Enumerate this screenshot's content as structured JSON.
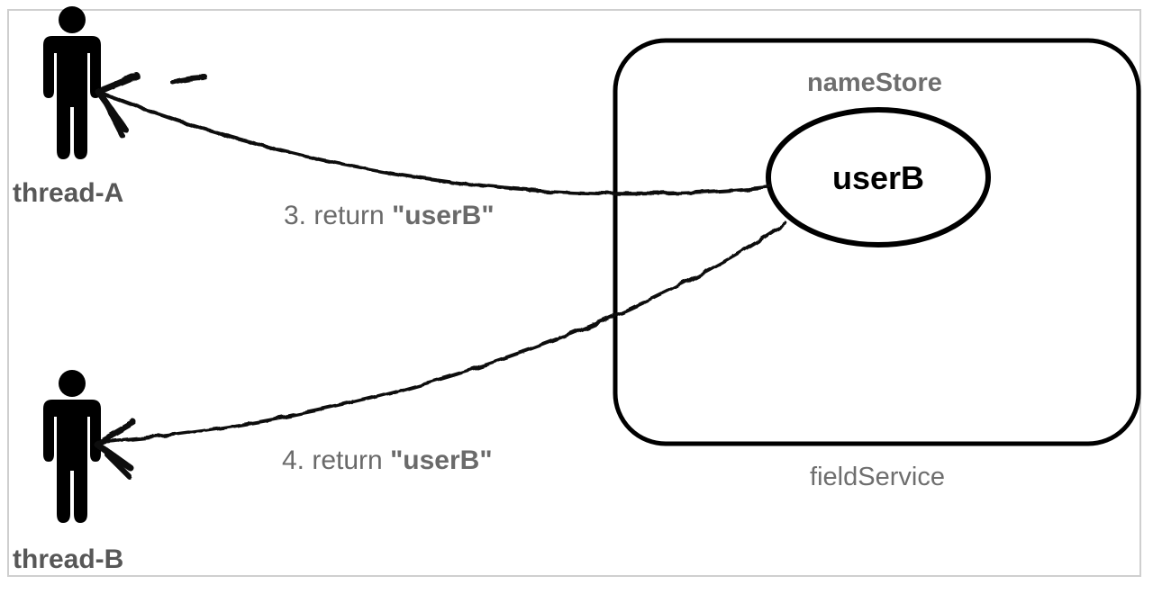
{
  "diagram": {
    "background": "#ffffff",
    "frame_border_color": "#cfcfcf",
    "shape_color": "#000000",
    "label_gray": "#6a6a6a",
    "actors": [
      {
        "id": "thread-a",
        "icon": "person-icon",
        "label": "thread-A"
      },
      {
        "id": "thread-b",
        "icon": "person-icon",
        "label": "thread-B"
      }
    ],
    "container": {
      "title": "nameStore",
      "caption": "fieldService"
    },
    "node": {
      "label": "userB"
    },
    "messages": [
      {
        "prefix": "3. return ",
        "value": "\"userB\""
      },
      {
        "prefix": "4. return ",
        "value": "\"userB\""
      }
    ]
  }
}
